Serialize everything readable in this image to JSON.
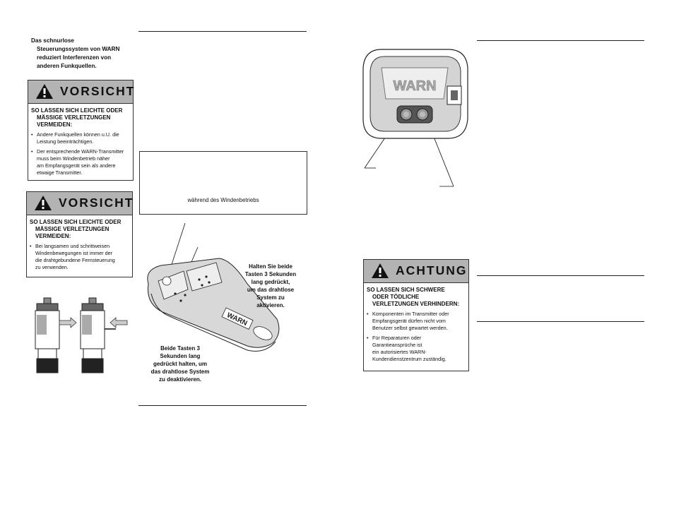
{
  "intro": {
    "line1": "Das schnurlose",
    "line2": "Steuerungssystem von WARN",
    "line3": "reduziert Interferenzen von",
    "line4": "anderen Funkquellen."
  },
  "caution1": {
    "title": "VORSICHT",
    "head1": "SO LASSEN SICH LEICHTE ODER",
    "head2": "MÄSSIGE VERLETZUNGEN",
    "head3": "VERMEIDEN:",
    "b1_1": "Andere Funkquellen können u.U. die",
    "b1_2": "Leistung beeinträchtigen.",
    "b2_1": "Der entsprechende WARN-Transmitter",
    "b2_2": "muss beim Windenbetrieb näher",
    "b2_3": "am Empfangsgerät sein als andere",
    "b2_4": "etwaige Transmitter."
  },
  "caution2": {
    "title": "VORSICHT",
    "head1": "SO LASSEN SICH LEICHTE ODER",
    "head2": "MÄSSIGE VERLETZUNGEN",
    "head3": "VERMEIDEN:",
    "b1_1": "Bei langsamen und schrittweisen",
    "b1_2": "Windenbewegungen ist immer der",
    "b1_3": "die drahtgebundene Fernsteuerung",
    "b1_4": "zu verwenden."
  },
  "mid_box_text": "während des Windenbetriebs",
  "caption_activate": {
    "l1": "Halten Sie beide",
    "l2": "Tasten 3 Sekunden",
    "l3": "lang gedrückt,",
    "l4": "um das drahtlose",
    "l5": "System zu",
    "l6": "aktivieren."
  },
  "caption_deactivate": {
    "l1": "Beide Tasten 3",
    "l2": "Sekunden lang",
    "l3": "gedrückt halten, um",
    "l4": "das drahtlose System",
    "l5": "zu deaktivieren."
  },
  "warning": {
    "title": "ACHTUNG",
    "head1": "SO LASSEN SICH SCHWERE",
    "head2": "ODER TÖDLICHE",
    "head3": "VERLETZUNGEN VERHINDERN:",
    "b1_1": "Komponenten im Transmitter oder",
    "b1_2": "Empfangsgerät dürfen nicht vom",
    "b1_3": "Benutzer selbst gewartet werden.",
    "b2_1": "Für Reparaturen oder",
    "b2_2": "Garantieansprüche ist",
    "b2_3": "ein autorisiertes WARN-",
    "b2_4": "Kundendienstzentrum zuständig."
  },
  "brand": "WARN",
  "icons": [
    "warning-triangle-icon",
    "arrow-right-icon",
    "arrow-left-icon"
  ]
}
